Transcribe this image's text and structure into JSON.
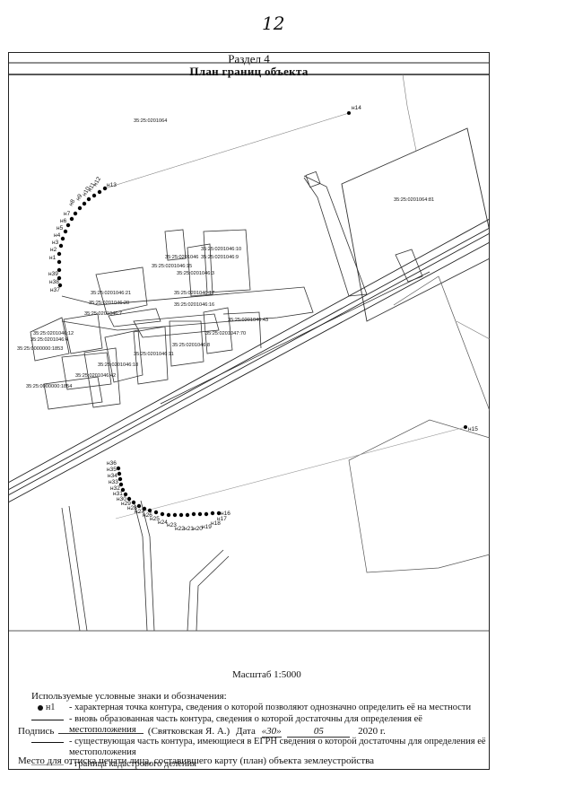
{
  "page_number": "12",
  "header": {
    "section": "Раздел 4",
    "title": "План границ объекта"
  },
  "map": {
    "parcels": [
      "35:25:0201064",
      "35:25:0201064:81",
      "35:25:0201046",
      "35:25:0201046:10",
      "35:25:0201046:15",
      "35:25:0201046:3",
      "35:25:0201046:9",
      "35:25:0201046:21",
      "35:25:0201046:17",
      "35:25:0201046:20",
      "35:25:0201046:16",
      "35:25:0201046:43",
      "35:25:0201046:7",
      "35:25:0201047:70",
      "35:25:0201046:8",
      "35:25:0201046:12",
      "35:25:0201046:4",
      "35:25:0201046:11",
      "35:25:0201046:18",
      "35:25:0201046:42",
      "35:25:0000000:1853",
      "35:25:0000000:1854"
    ],
    "points_upper": [
      "н13",
      "н12",
      "н11",
      "н10",
      "н9",
      "н8",
      "н7",
      "н6",
      "н5",
      "н4",
      "н3",
      "н2",
      "н1",
      "н39",
      "н38",
      "н37"
    ],
    "points_lower": [
      "н36",
      "н35",
      "н34",
      "н33",
      "н32",
      "н31",
      "н30",
      "н29",
      "н28",
      "н27",
      "н26",
      "н25",
      "н24",
      "н23",
      "н22",
      "н21",
      "н20",
      "н19",
      "н18",
      "н17",
      "н16"
    ],
    "point_n14": "н14",
    "point_n15": "н15"
  },
  "scale": "Масштаб 1:5000",
  "legend": {
    "heading": "Используемые условные знаки и обозначения:",
    "point_label": "н1",
    "items": [
      "- характерная точка контура, сведения о которой позволяют однозначно определить её на местности",
      "- вновь образованная часть контура, сведения о которой достаточны для определения её местоположения",
      "- существующая часть контура, имеющиеся в ЕГРН сведения о которой достаточны для определения её местоположения",
      "- граница кадастрового деления"
    ]
  },
  "signature": {
    "label": "Подпись",
    "name": "(Святковская Я. А.)",
    "date_label": "Дата",
    "day": "«30»",
    "month": "05",
    "year": "2020 г."
  },
  "stamp": "Место для оттиска печати лица, составившего карту (план) объекта землеустройства"
}
